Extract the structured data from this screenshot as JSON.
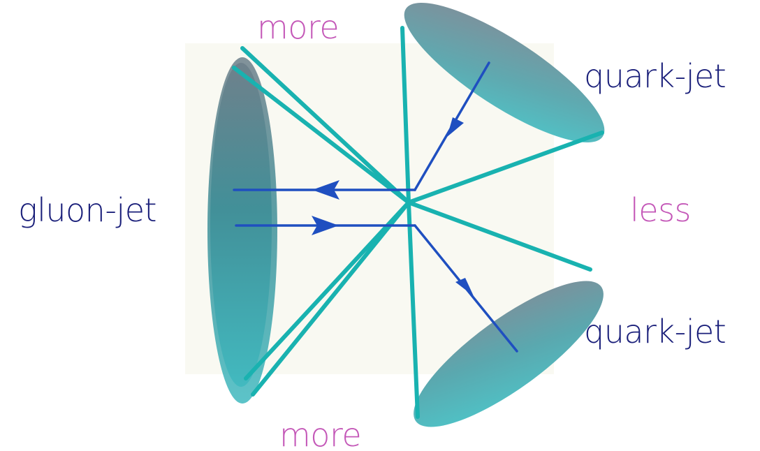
{
  "labels": {
    "more_top": "more",
    "more_bottom": "more",
    "less": "less",
    "quark_jet_top": "quark-jet",
    "quark_jet_bottom": "quark-jet",
    "gluon_jet": "gluon-jet"
  },
  "colors": {
    "jet_label": "#1a1f7a",
    "region_label": "#c458b8",
    "cone_edge": "#19b2b0",
    "arrow": "#1f4fc0",
    "background_panel": "#f9f9f2",
    "cone_fill_dark": "#7a8a95",
    "cone_fill_light": "#4cc6c8"
  }
}
